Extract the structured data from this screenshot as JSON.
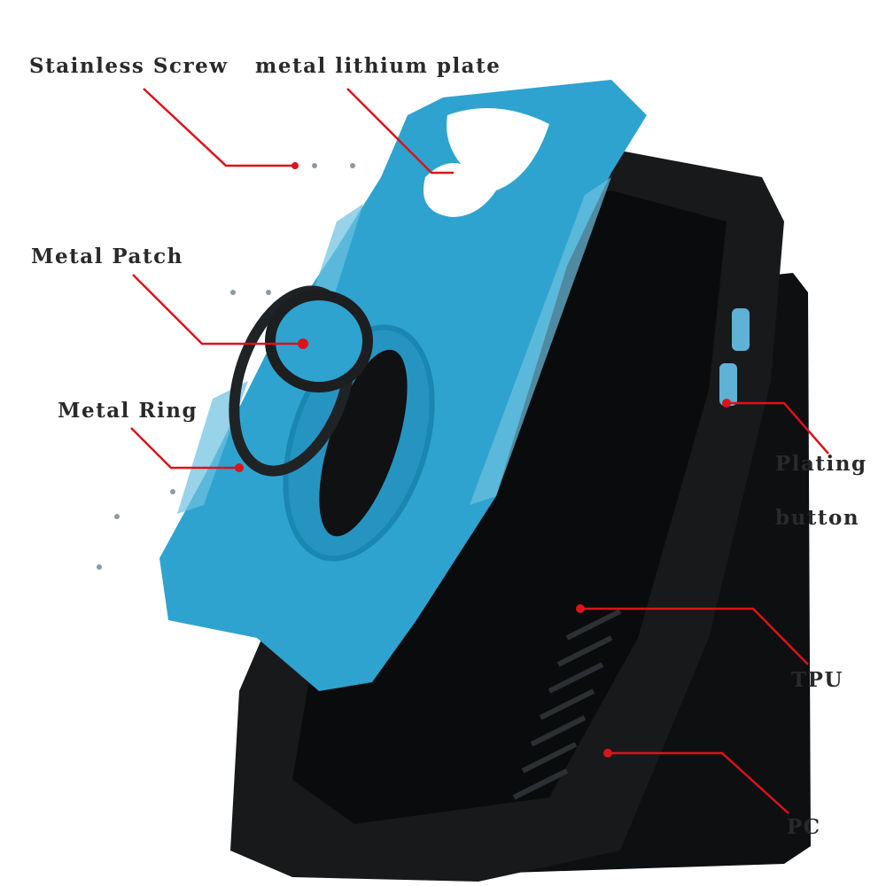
{
  "labels": {
    "stainless_screw": "Stainless Screw",
    "metal_lithium_plate": "metal lithium plate",
    "metal_patch": "Metal Patch",
    "metal_ring": "Metal Ring",
    "plating_button_line1": "Plating",
    "plating_button_line2": "button",
    "tpu": "TPU",
    "pc": "PC"
  },
  "colors": {
    "leader_line": "#d9141b",
    "metal_plate": "#2fa3cf",
    "case_body": "#121416",
    "text": "#2a2a2a"
  }
}
